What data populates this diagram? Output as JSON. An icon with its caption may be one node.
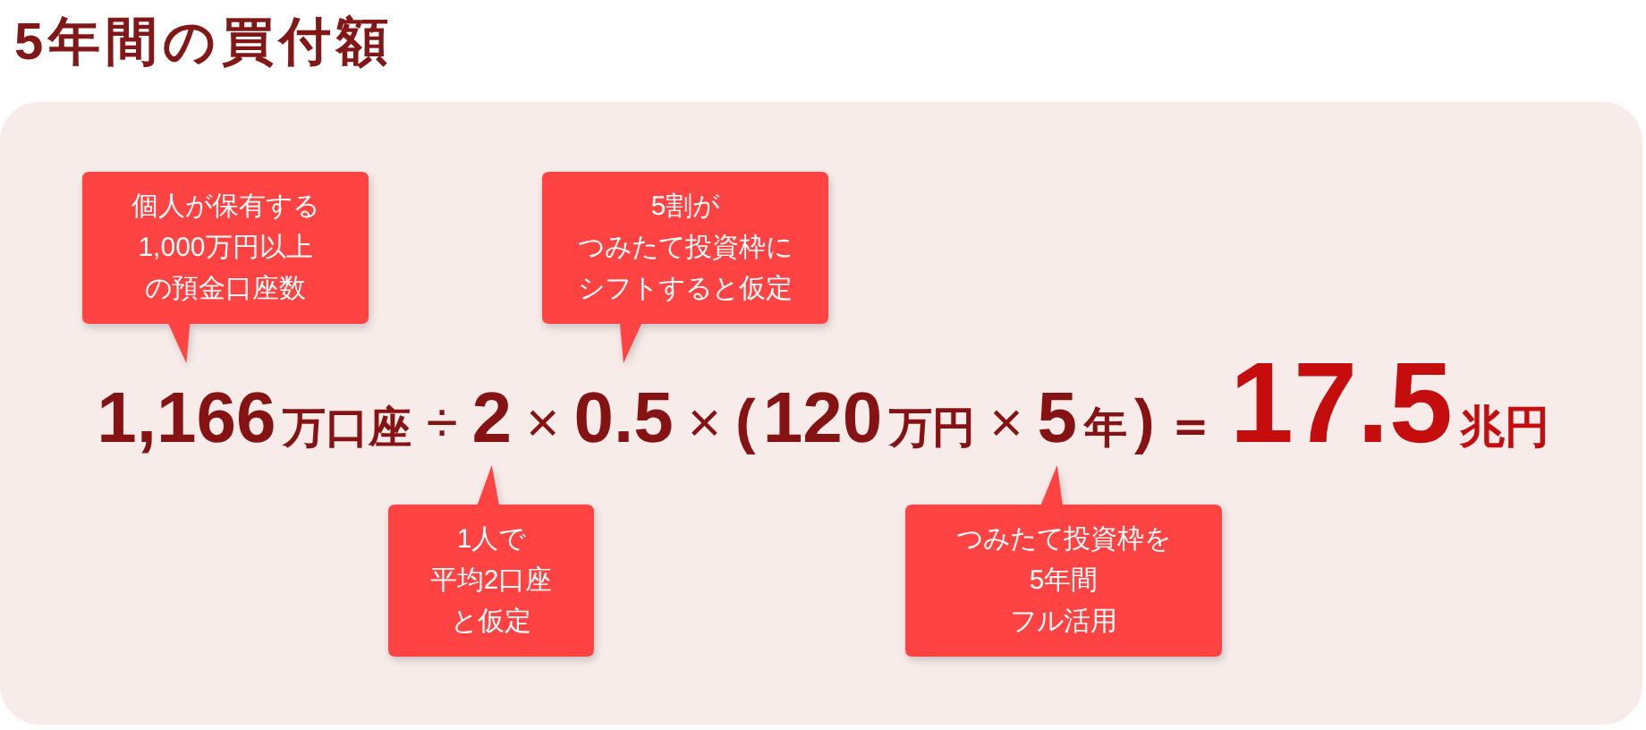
{
  "diagram": {
    "title": "5年間の買付額",
    "nodes": [
      {
        "text": [
          "個人が保有する1,000万円以上の預金口座数"
        ]
      },
      {
        "text": [
          "5割がつみたて投資枠にシフトすると仮定"
        ]
      },
      {
        "text": [
          "1人で平均2口座と仮定"
        ]
      },
      {
        "text": [
          "つみたて投資枠を5年間フル活用"
        ]
      }
    ],
    "labels": [
      "1,166",
      "万口座",
      "÷",
      "2",
      "×",
      "0.5",
      "×",
      "(",
      "120",
      "万円",
      "×",
      "5",
      "年",
      ")",
      "＝",
      "17.5",
      "兆円"
    ]
  }
}
